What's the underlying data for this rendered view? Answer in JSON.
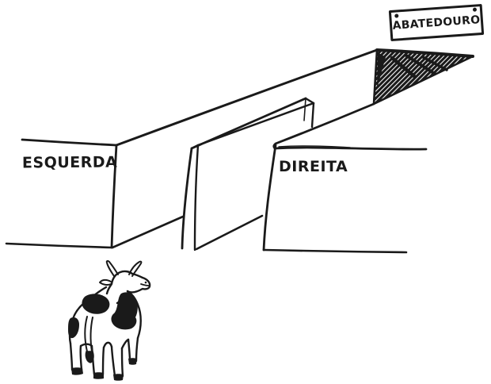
{
  "colors": {
    "ink": "#1a1a1a",
    "paper": "#ffffff"
  },
  "labels": {
    "left_wall": "ESQUERDA",
    "right_wall": "DIREITA",
    "sign": "ABATEDOURO"
  },
  "figures": {
    "cow": "cow-rear-view",
    "opening": "dark-hatched-pit-opening",
    "sign_nails": "nail-dots"
  }
}
